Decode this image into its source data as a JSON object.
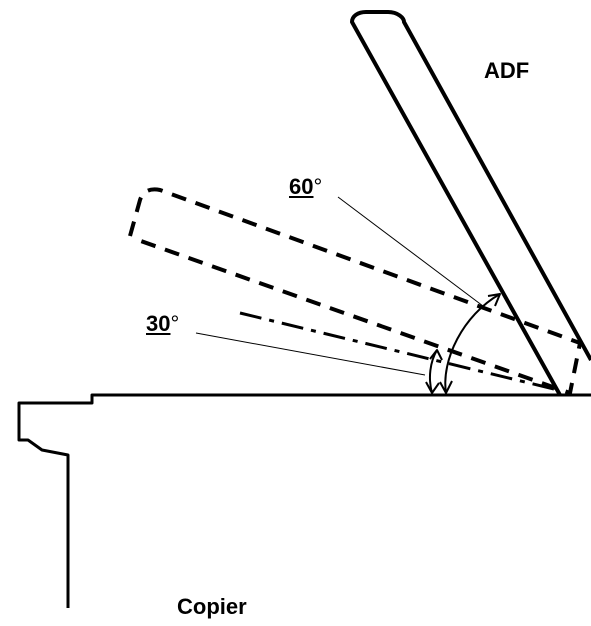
{
  "labels": {
    "adf": "ADF",
    "copier": "Copier",
    "angle_60_value": "60",
    "angle_30_value": "30",
    "degree_symbol": "°"
  }
}
